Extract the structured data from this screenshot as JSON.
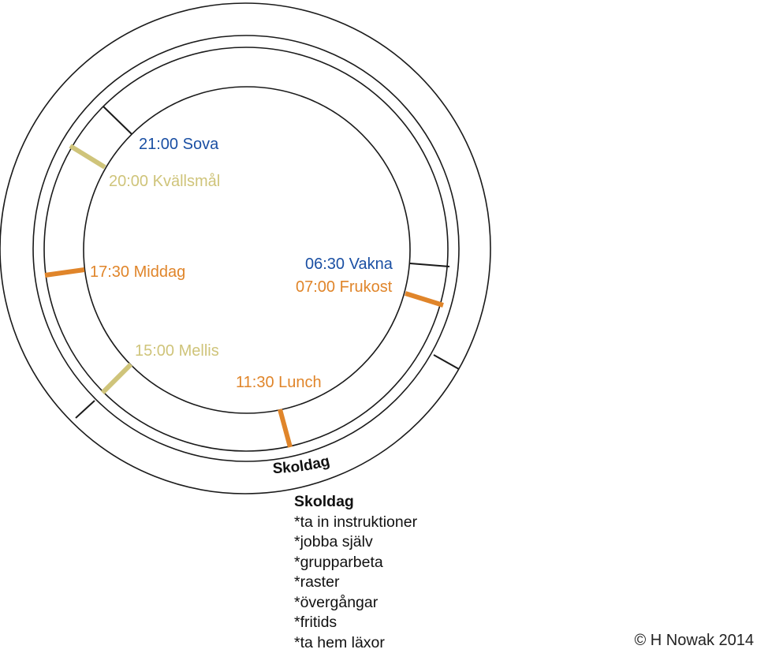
{
  "diagram": {
    "arc_label": "Skoldag",
    "colors": {
      "blue": "#1a4fa3",
      "orange": "#e0852a",
      "tan": "#cfc47a",
      "line": "#1a1a1a"
    },
    "events": [
      {
        "text": "21:00 Sova",
        "color": "blue"
      },
      {
        "text": "20:00 Kvällsmål",
        "color": "tan"
      },
      {
        "text": "17:30 Middag",
        "color": "orange"
      },
      {
        "text": "06:30 Vakna",
        "color": "blue"
      },
      {
        "text": "07:00 Frukost",
        "color": "orange"
      },
      {
        "text": "15:00 Mellis",
        "color": "tan"
      },
      {
        "text": "11:30 Lunch",
        "color": "orange"
      }
    ]
  },
  "notes": {
    "title": "Skoldag",
    "items": [
      "*ta in instruktioner",
      "*jobba själv",
      "*grupparbeta",
      "*raster",
      "*övergångar",
      "*fritids",
      "*ta hem läxor"
    ]
  },
  "copyright": "© H Nowak 2014"
}
